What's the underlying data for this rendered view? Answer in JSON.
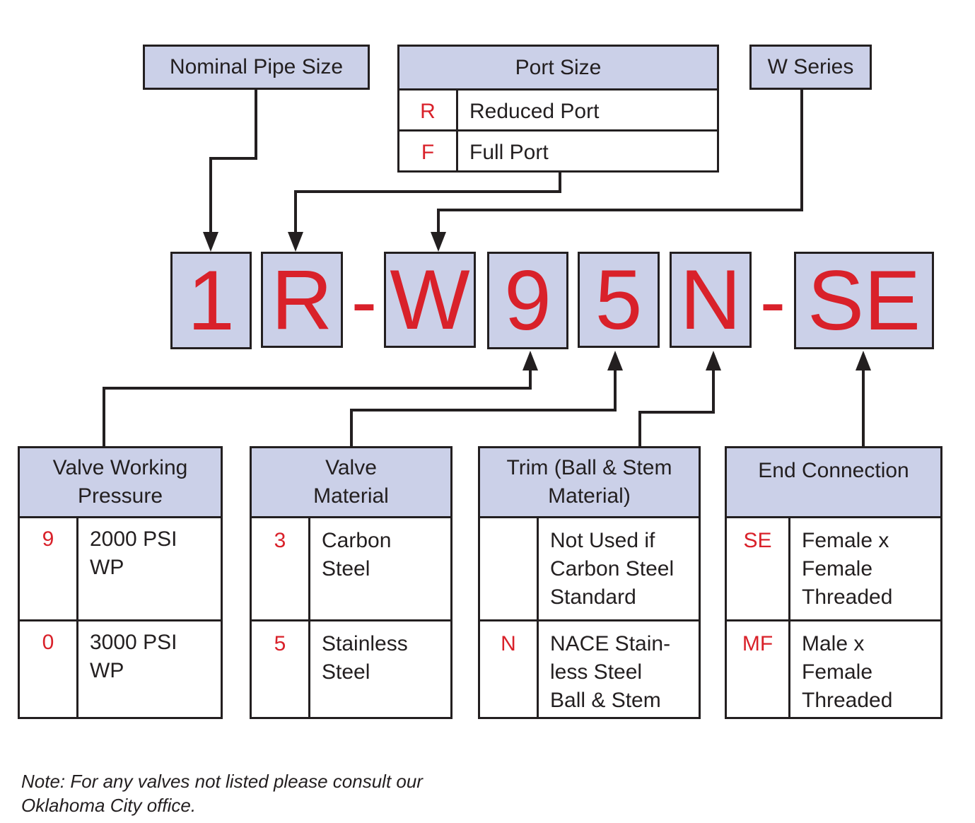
{
  "top_boxes": {
    "nominal_pipe_size": "Nominal Pipe Size",
    "port_size": {
      "title": "Port Size",
      "rows": [
        {
          "code": "R",
          "desc": "Reduced Port"
        },
        {
          "code": "F",
          "desc": "Full Port"
        }
      ]
    },
    "w_series": "W Series"
  },
  "part_number": {
    "segments": [
      "1",
      "R",
      "W",
      "9",
      "5",
      "N",
      "SE"
    ],
    "separators": [
      "-",
      "-"
    ]
  },
  "tables": [
    {
      "title": "Valve Working\nPressure",
      "rows": [
        {
          "code": "9",
          "desc": "2000 PSI\nWP"
        },
        {
          "code": "0",
          "desc": "3000 PSI\nWP"
        }
      ]
    },
    {
      "title": "Valve\nMaterial",
      "rows": [
        {
          "code": "3",
          "desc": "Carbon\nSteel"
        },
        {
          "code": "5",
          "desc": "Stainless\nSteel"
        }
      ]
    },
    {
      "title": "Trim (Ball & Stem\nMaterial)",
      "rows": [
        {
          "code": "",
          "desc": "Not Used if\nCarbon Steel\nStandard"
        },
        {
          "code": "N",
          "desc": "NACE Stain-\nless Steel\nBall & Stem"
        }
      ]
    },
    {
      "title": "End Connection",
      "rows": [
        {
          "code": "SE",
          "desc": "Female x\nFemale\nThreaded"
        },
        {
          "code": "MF",
          "desc": "Male x\nFemale\nThreaded"
        }
      ]
    }
  ],
  "note": "Note: For any valves not listed please consult our\nOklahoma City office.",
  "colors": {
    "box_fill": "#cbd0e8",
    "code_red": "#d9212a",
    "line": "#231f20"
  }
}
